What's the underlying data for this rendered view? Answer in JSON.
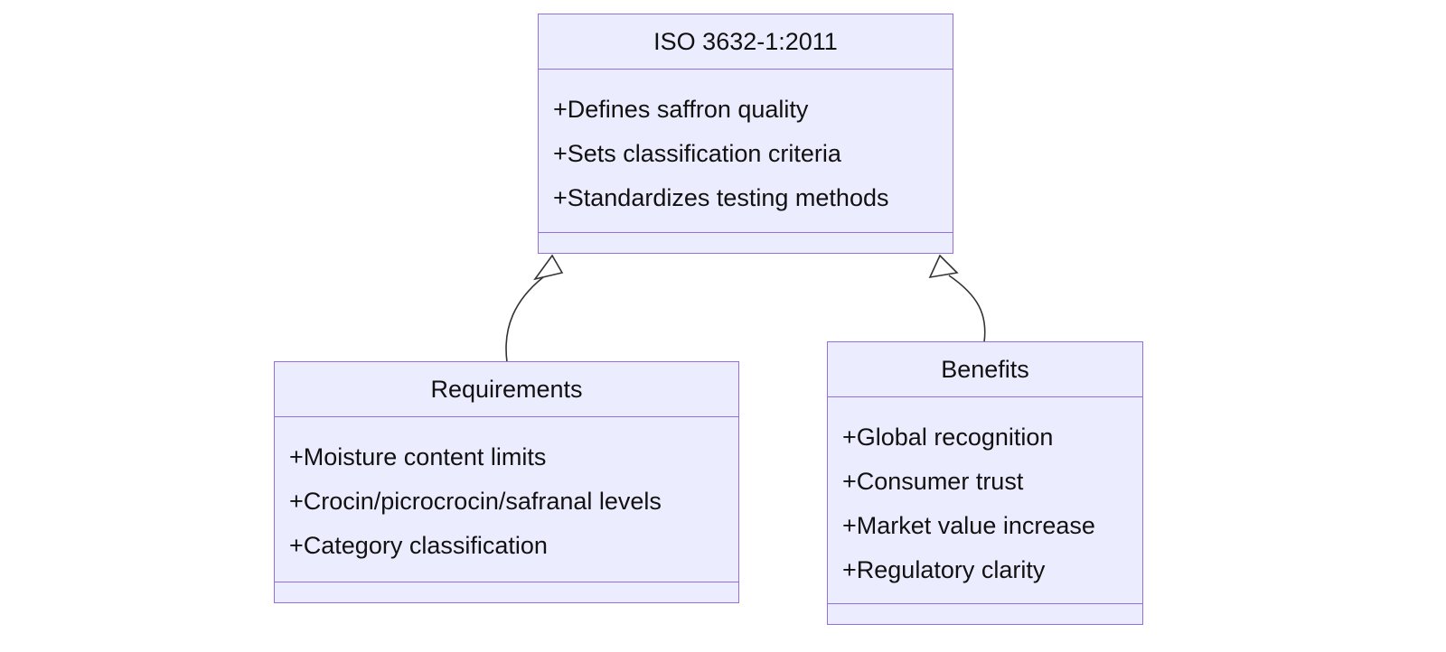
{
  "diagram": {
    "type": "uml-class-diagram",
    "classes": [
      {
        "name": "ISO 3632-1:2011",
        "attributes": [
          "+Defines saffron quality",
          "+Sets classification criteria",
          "+Standardizes testing methods"
        ],
        "methods": []
      },
      {
        "name": "Requirements",
        "attributes": [
          "+Moisture content limits",
          "+Crocin/picrocrocin/safranal levels",
          "+Category classification"
        ],
        "methods": []
      },
      {
        "name": "Benefits",
        "attributes": [
          "+Global recognition",
          "+Consumer trust",
          "+Market value increase",
          "+Regulatory clarity"
        ],
        "methods": []
      }
    ],
    "relations": [
      {
        "from": "Requirements",
        "to": "ISO 3632-1:2011",
        "type": "inheritance"
      },
      {
        "from": "Benefits",
        "to": "ISO 3632-1:2011",
        "type": "inheritance"
      }
    ],
    "colors": {
      "node_fill": "#ECECFF",
      "node_border": "#9370DB",
      "edge_line": "#333333",
      "arrowhead_fill": "#ffffff",
      "text": "#111111",
      "background": "#ffffff"
    }
  }
}
